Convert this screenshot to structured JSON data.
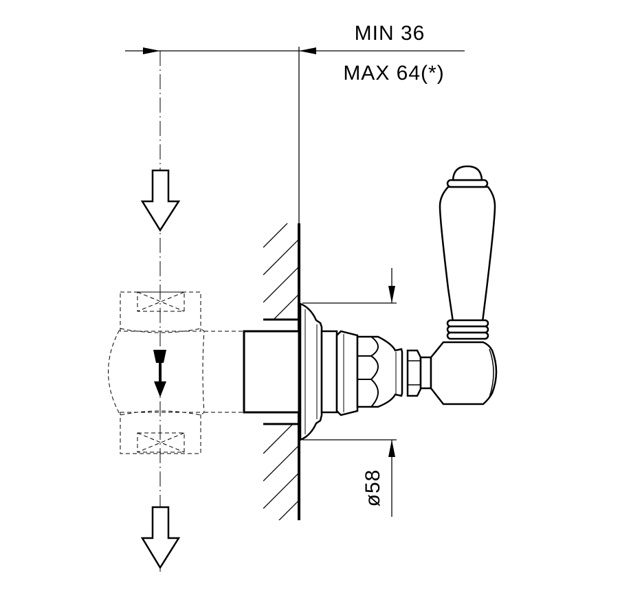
{
  "drawing": {
    "dimension_min": "MIN  36",
    "dimension_max": "MAX  64(*)",
    "diameter_label": "ø58"
  },
  "colors": {
    "ink": "#000000",
    "paper": "#ffffff"
  }
}
